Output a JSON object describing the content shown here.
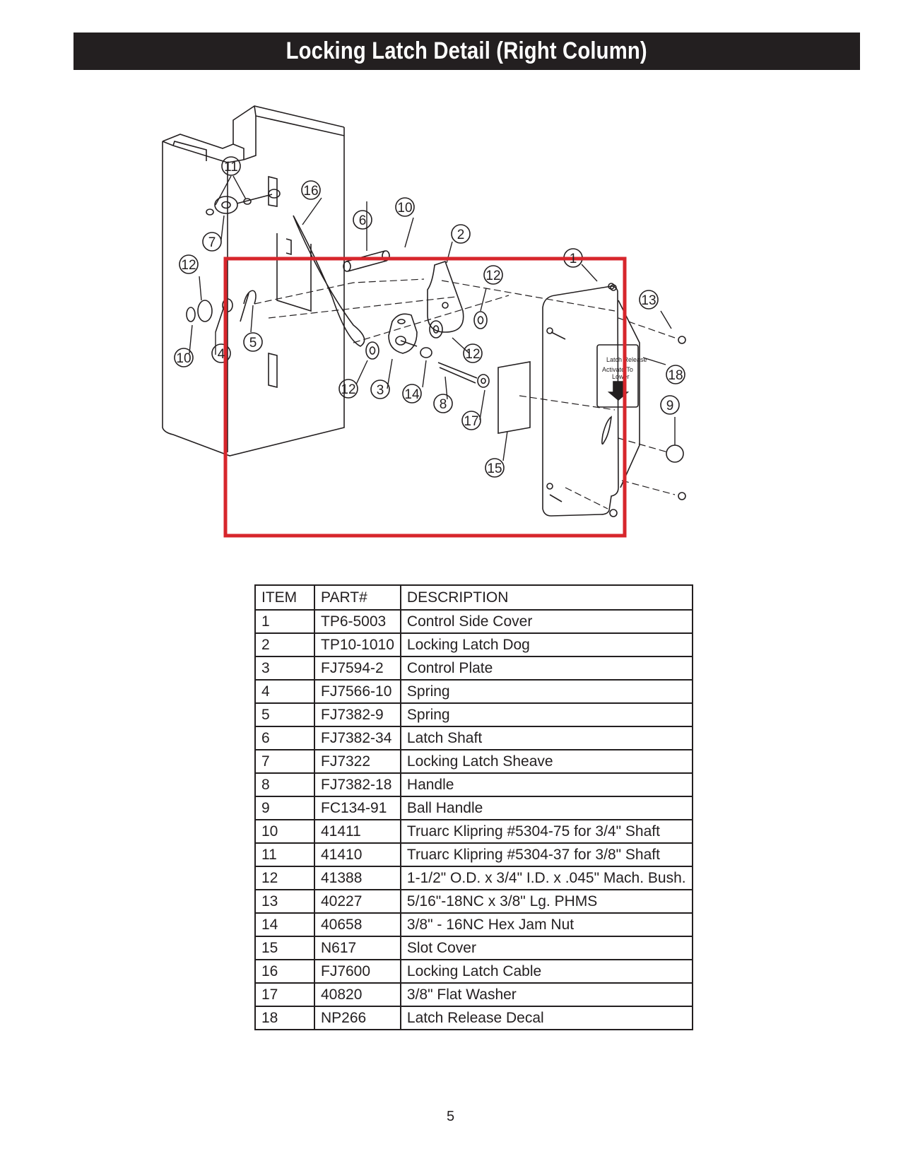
{
  "header": {
    "title": "Locking Latch Detail (Right Column)"
  },
  "diagram": {
    "callouts": [
      "11",
      "16",
      "10",
      "6",
      "2",
      "12",
      "1",
      "13",
      "7",
      "12",
      "12",
      "10",
      "4",
      "5",
      "12",
      "3",
      "14",
      "8",
      "17",
      "18",
      "9",
      "15"
    ],
    "decal_lines": [
      "Latch Release",
      "Activate To",
      "Lower"
    ],
    "highlight_color": "#d7262c"
  },
  "parts_table": {
    "headers": [
      "ITEM",
      "PART#",
      "DESCRIPTION"
    ],
    "rows": [
      [
        "1",
        "TP6-5003",
        "Control Side Cover"
      ],
      [
        "2",
        "TP10-1010",
        "Locking Latch Dog"
      ],
      [
        "3",
        "FJ7594-2",
        "Control Plate"
      ],
      [
        "4",
        "FJ7566-10",
        "Spring"
      ],
      [
        "5",
        "FJ7382-9",
        "Spring"
      ],
      [
        "6",
        "FJ7382-34",
        "Latch Shaft"
      ],
      [
        "7",
        "FJ7322",
        "Locking Latch Sheave"
      ],
      [
        "8",
        "FJ7382-18",
        "Handle"
      ],
      [
        "9",
        "FC134-91",
        "Ball Handle"
      ],
      [
        "10",
        "41411",
        "Truarc Klipring #5304-75 for 3/4\" Shaft"
      ],
      [
        "11",
        "41410",
        "Truarc Klipring #5304-37 for 3/8\" Shaft"
      ],
      [
        "12",
        "41388",
        "1-1/2\" O.D. x 3/4\" I.D. x .045\" Mach. Bush."
      ],
      [
        "13",
        "40227",
        "5/16\"-18NC x 3/8\" Lg. PHMS"
      ],
      [
        "14",
        "40658",
        "3/8\" - 16NC Hex Jam Nut"
      ],
      [
        "15",
        "N617",
        "Slot Cover"
      ],
      [
        "16",
        "FJ7600",
        "Locking Latch Cable"
      ],
      [
        "17",
        "40820",
        "3/8\" Flat Washer"
      ],
      [
        "18",
        "NP266",
        "Latch Release Decal"
      ]
    ]
  },
  "footer": {
    "page_number": "5"
  }
}
